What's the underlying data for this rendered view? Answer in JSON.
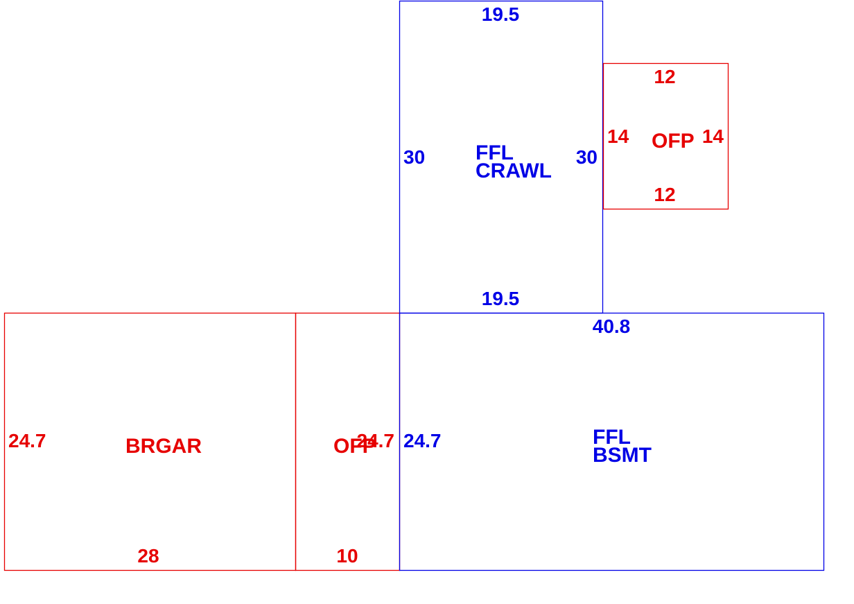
{
  "colors": {
    "blue_area": "#0000e6",
    "red_area": "#e60000",
    "background": "#ffffff"
  },
  "areas": {
    "crawl": {
      "label_line1": "FFL",
      "label_line2": "CRAWL",
      "dim_top": "19.5",
      "dim_bottom": "19.5",
      "dim_left": "30",
      "dim_right": "30"
    },
    "ofp_upper": {
      "label": "OFP",
      "dim_top": "12",
      "dim_bottom": "12",
      "dim_left": "14",
      "dim_right": "14"
    },
    "brgar": {
      "label": "BRGAR",
      "dim_left": "24.7",
      "dim_bottom": "28"
    },
    "ofp_lower": {
      "label": "OFP",
      "dim_right": "24.7",
      "dim_bottom": "10"
    },
    "bsmt": {
      "label_line1": "FFL",
      "label_line2": "BSMT",
      "dim_top": "40.8",
      "dim_left": "24.7"
    }
  }
}
